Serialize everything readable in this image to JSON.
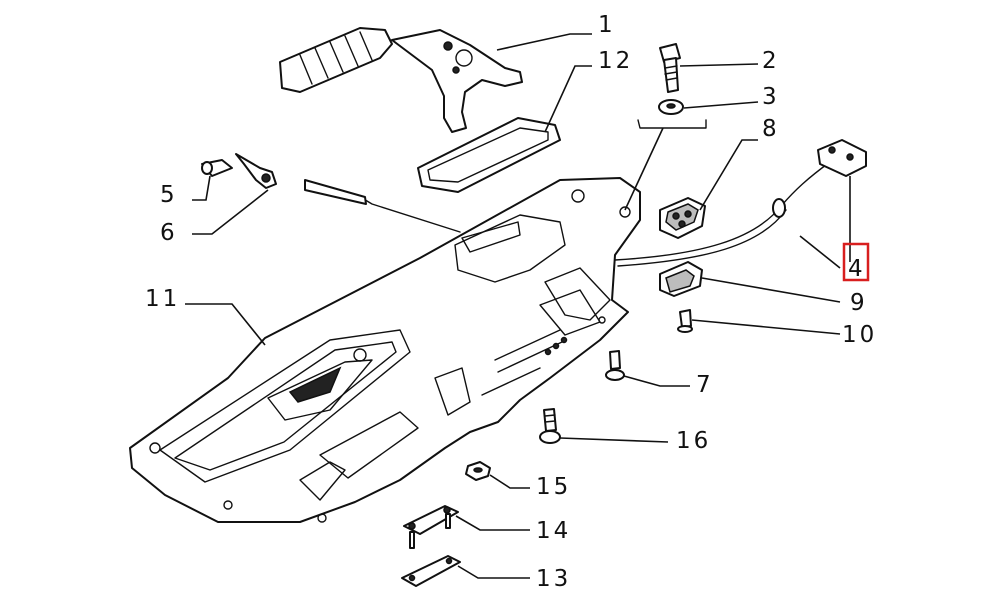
{
  "callouts": [
    {
      "id": "1",
      "label": "1"
    },
    {
      "id": "2",
      "label": "2"
    },
    {
      "id": "3",
      "label": "3"
    },
    {
      "id": "4",
      "label": "4",
      "highlighted": true
    },
    {
      "id": "5",
      "label": "5"
    },
    {
      "id": "6",
      "label": "6"
    },
    {
      "id": "7",
      "label": "7"
    },
    {
      "id": "8",
      "label": "8"
    },
    {
      "id": "9",
      "label": "9"
    },
    {
      "id": "10",
      "label": "10"
    },
    {
      "id": "11",
      "label": "11"
    },
    {
      "id": "12",
      "label": "12"
    },
    {
      "id": "13",
      "label": "13"
    },
    {
      "id": "14",
      "label": "14"
    },
    {
      "id": "15",
      "label": "15"
    },
    {
      "id": "16",
      "label": "16"
    }
  ],
  "colors": {
    "line": "#111111",
    "highlight": "#d81e1e",
    "background": "#ffffff"
  }
}
